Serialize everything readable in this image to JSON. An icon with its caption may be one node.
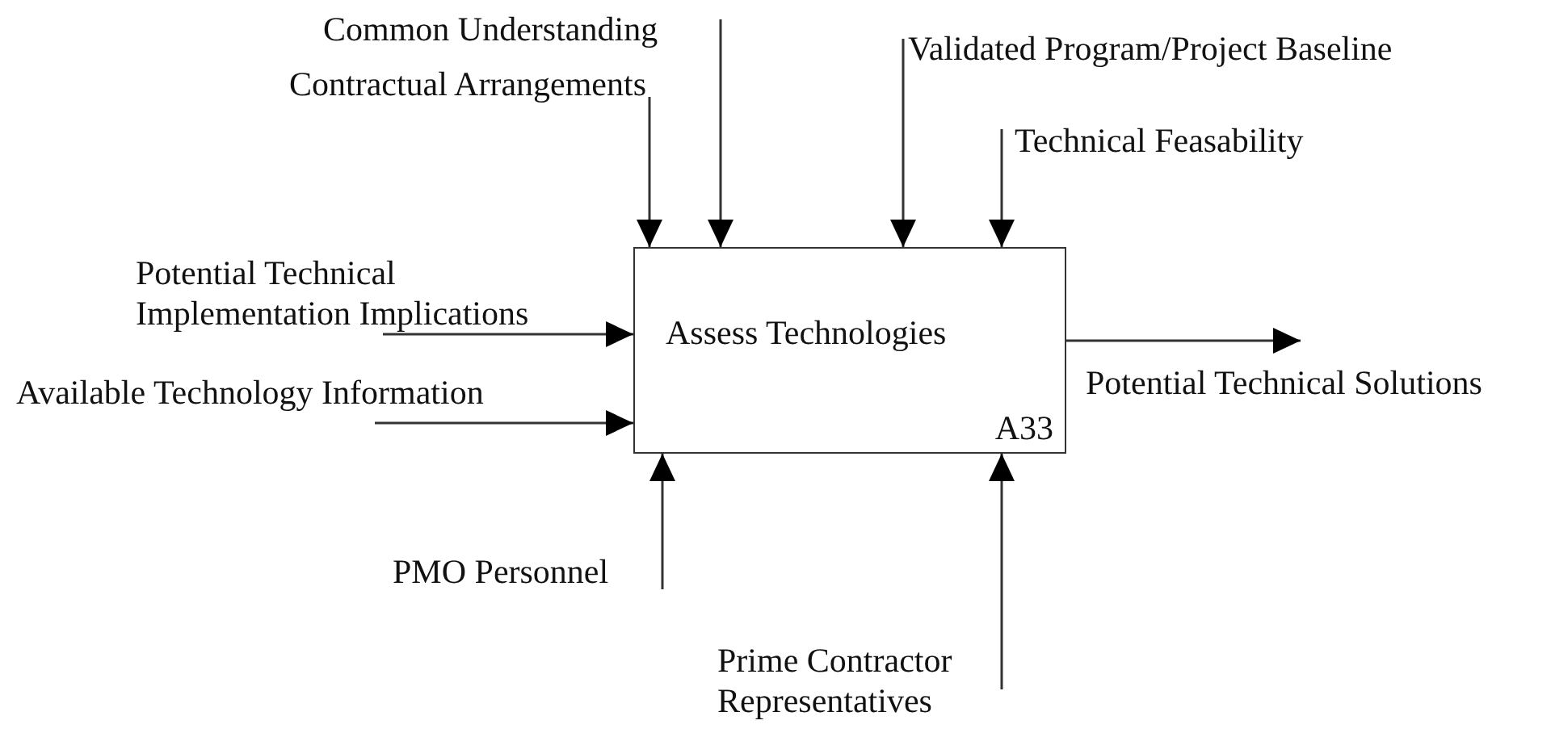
{
  "diagram": {
    "nodes": [
      {
        "text": [
          "Assess Technologies",
          "A33"
        ]
      },
      {
        "text": [
          "Common Understanding"
        ]
      },
      {
        "text": [
          "Contractual Arrangements"
        ]
      },
      {
        "text": [
          "Validated Program/Project Baseline"
        ]
      },
      {
        "text": [
          "Technical Feasability"
        ]
      },
      {
        "text": [
          "Potential Technical Implementation Implications"
        ]
      },
      {
        "text": [
          "Available Technology Information"
        ]
      },
      {
        "text": [
          "Potential Technical Solutions"
        ]
      },
      {
        "text": [
          "PMO Personnel"
        ]
      },
      {
        "text": [
          "Prime Contractor Representatives"
        ]
      }
    ],
    "edges": [
      {
        "from": 1,
        "to": 0,
        "arrow": "to"
      },
      {
        "from": 2,
        "to": 0,
        "arrow": "to"
      },
      {
        "from": 3,
        "to": 0,
        "arrow": "to"
      },
      {
        "from": 4,
        "to": 0,
        "arrow": "to"
      },
      {
        "from": 5,
        "to": 0,
        "arrow": "to"
      },
      {
        "from": 6,
        "to": 0,
        "arrow": "to"
      },
      {
        "from": 0,
        "to": 7,
        "arrow": "to"
      },
      {
        "from": 8,
        "to": 0,
        "arrow": "to"
      },
      {
        "from": 9,
        "to": 0,
        "arrow": "to"
      }
    ]
  }
}
